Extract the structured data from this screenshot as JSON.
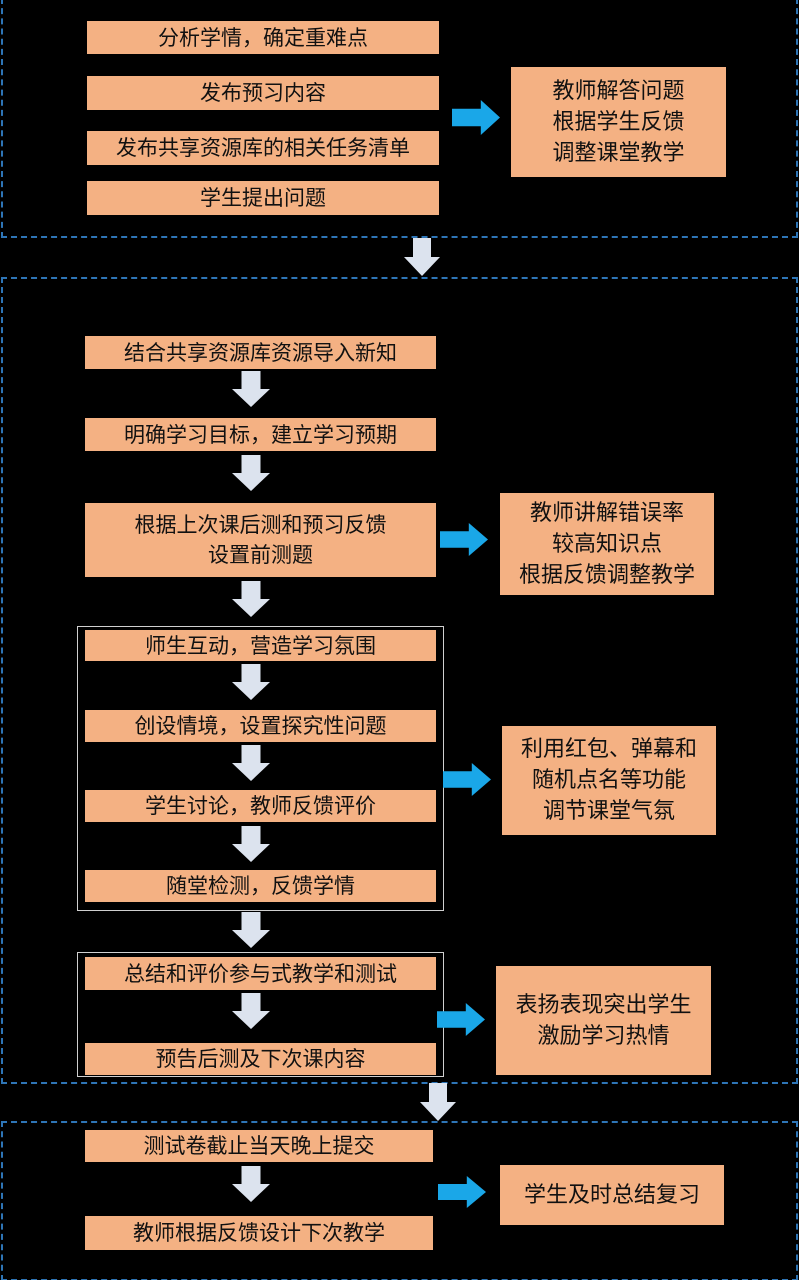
{
  "sections": [
    {
      "steps": [
        "分析学情，确定重难点",
        "发布预习内容",
        "发布共享资源库的相关任务清单",
        "学生提出问题"
      ],
      "side": "教师解答问题\n根据学生反馈\n调整课堂教学"
    },
    {
      "steps": [
        "结合共享资源库资源导入新知",
        "明确学习目标，建立学习预期",
        "根据上次课后测和预习反馈\n设置前测题",
        "师生互动，营造学习氛围",
        "创设情境，设置探究性问题",
        "学生讨论，教师反馈评价",
        "随堂检测，反馈学情",
        "总结和评价参与式教学和测试",
        "预告后测及下次课内容"
      ],
      "sides": [
        "教师讲解错误率\n较高知识点\n根据反馈调整教学",
        "利用红包、弹幕和\n随机点名等功能\n调节课堂气氛",
        "表扬表现突出学生\n激励学习热情"
      ]
    },
    {
      "steps": [
        "测试卷截止当天晚上提交",
        "教师根据反馈设计下次教学"
      ],
      "side": "学生及时总结复习"
    }
  ],
  "colors": {
    "box": "#F4B183",
    "dash": "#2E75B6",
    "blue_arrow": "#1AA7E8",
    "gray_arrow": "#DCE3EE"
  }
}
